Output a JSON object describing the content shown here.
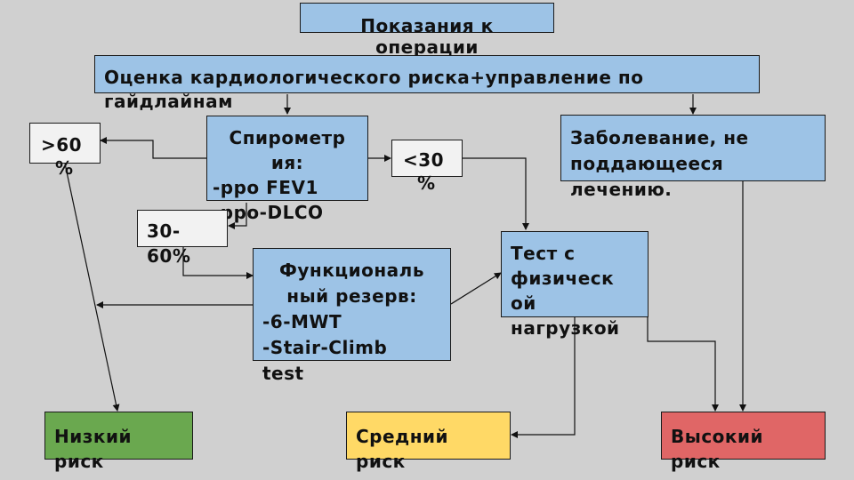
{
  "boxes": {
    "indications": {
      "lines": [
        "Показания к",
        "операции"
      ]
    },
    "cardio_risk": {
      "lines": [
        "Оценка кардиологического риска+управление по",
        "гайдлайнам"
      ]
    },
    "spirometry": {
      "lines": [
        "Спирометр",
        "ия:",
        "-ppo FEV1",
        "-ppo-DLCO"
      ]
    },
    "gt60": {
      "lines": [
        ">60",
        "%"
      ]
    },
    "lt30": {
      "lines": [
        "<30",
        "%"
      ]
    },
    "range30_60": {
      "lines": [
        "30-",
        "60%"
      ]
    },
    "disease": {
      "lines": [
        "Заболевание, не",
        "поддающееся",
        "лечению."
      ]
    },
    "functional_reserve": {
      "lines": [
        "Функциональ",
        "ный резерв:",
        "-6-MWT",
        "-Stair-Climb",
        "test"
      ]
    },
    "exercise_test": {
      "lines": [
        "Тест с",
        "физическ",
        "ой",
        "нагрузкой"
      ]
    },
    "low_risk": {
      "lines": [
        "Низкий",
        "риск"
      ]
    },
    "medium_risk": {
      "lines": [
        "Средний",
        "риск"
      ]
    },
    "high_risk": {
      "lines": [
        "Высокий",
        "риск"
      ]
    }
  },
  "colors": {
    "background": "#d0d0d0",
    "blue_box": "#9dc3e6",
    "white_box": "#f2f2f2",
    "low_risk": "#6aa84f",
    "medium_risk": "#ffd966",
    "high_risk": "#e06666"
  }
}
